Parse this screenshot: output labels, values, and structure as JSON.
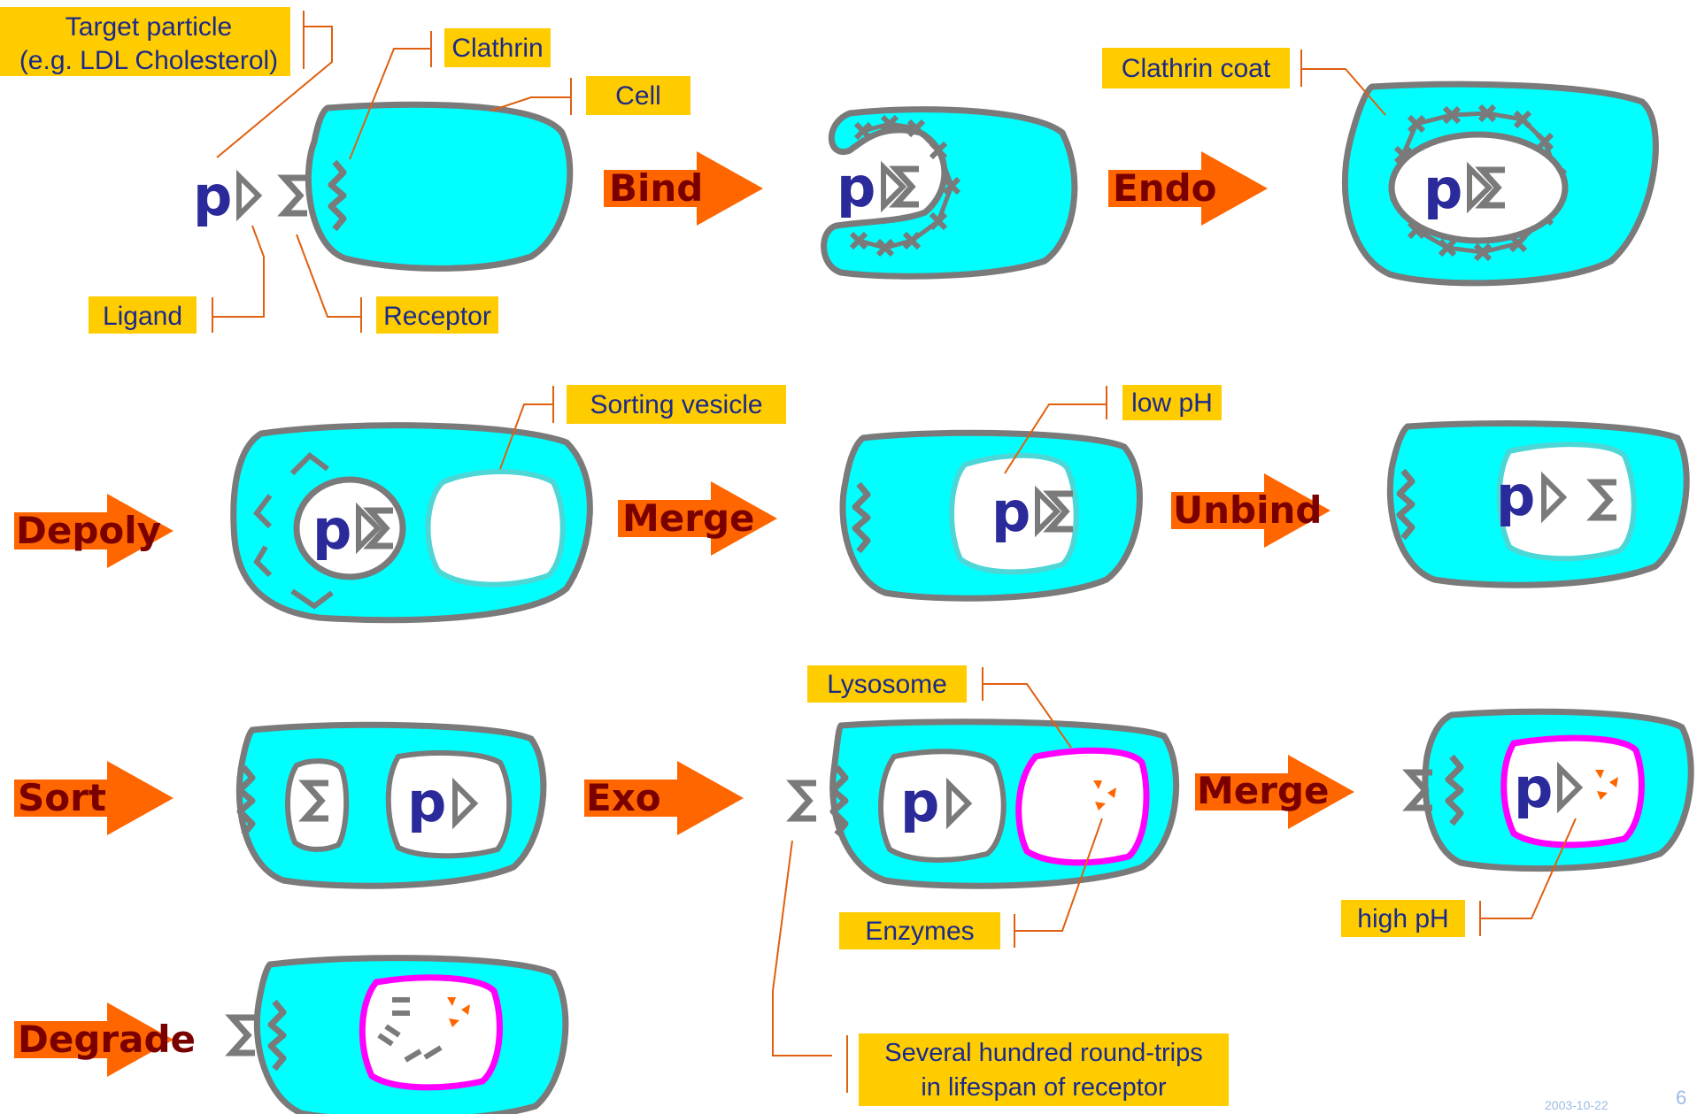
{
  "labels": {
    "target_particle_line1": "Target particle",
    "target_particle_line2": "(e.g. LDL Cholesterol)",
    "clathrin": "Clathrin",
    "cell": "Cell",
    "ligand": "Ligand",
    "receptor": "Receptor",
    "clathrin_coat": "Clathrin coat",
    "sorting_vesicle": "Sorting vesicle",
    "low_ph": "low pH",
    "lysosome": "Lysosome",
    "enzymes": "Enzymes",
    "high_ph": "high pH",
    "roundtrips_line1": "Several hundred round-trips",
    "roundtrips_line2": "in lifespan of receptor"
  },
  "steps": {
    "bind": "Bind",
    "endo": "Endo",
    "depoly": "Depoly",
    "merge1": "Merge",
    "unbind": "Unbind",
    "sort": "Sort",
    "exo": "Exo",
    "merge2": "Merge",
    "degrade": "Degrade"
  },
  "particle_letter": "p",
  "footer": {
    "date": "2003-10-22",
    "page": "6"
  },
  "colors": {
    "cell_fill": "#00ffff",
    "outline": "#7a7a7a",
    "arrow": "#ff6600",
    "label_bg": "#ffcc00",
    "lysosome": "#ff00ff",
    "leader": "#e06010"
  }
}
